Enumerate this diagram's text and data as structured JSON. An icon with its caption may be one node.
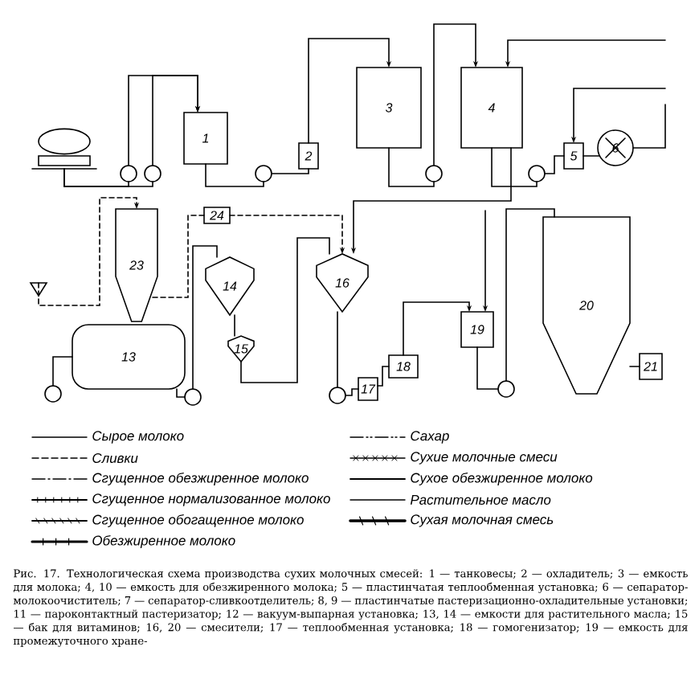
{
  "diagram": {
    "caption": "Рис. 17. Технологическая схема производства сухих молочных смесей: 1 — танковесы; 2 — охладитель; 3 — емкость для молока; 4, 10 — емкость для обезжиренного молока; 5 — пластинчатая теплообменная установка; 6 — сепаратор-молокоочиститель; 7 — сепаратор-сливкоотделитель; 8, 9 — пластинчатые пастеризационно-охладительные установки; 11 — пароконтактный пастеризатор; 12 — вакуум-выпарная установка; 13, 14 — емкости для растительного масла; 15 — бак для витаминов; 16, 20 — смесители; 17 — теплообменная установка; 18 — гомогенизатор; 19 — емкость для промежуточного хране-",
    "nodes": [
      {
        "text": [],
        "shape": "tank"
      },
      {
        "text": [
          "1"
        ]
      },
      {
        "text": [
          "2"
        ]
      },
      {
        "text": [
          "3"
        ]
      },
      {
        "text": [
          "4"
        ]
      },
      {
        "text": [
          "5"
        ]
      },
      {
        "text": [
          "6"
        ]
      },
      {
        "text": [
          "23"
        ]
      },
      {
        "text": [
          "24"
        ]
      },
      {
        "text": [
          "13"
        ]
      },
      {
        "text": [
          "14"
        ]
      },
      {
        "text": [
          "15"
        ]
      },
      {
        "text": [
          "16"
        ]
      },
      {
        "text": [
          "17"
        ]
      },
      {
        "text": [
          "18"
        ]
      },
      {
        "text": [
          "19"
        ]
      },
      {
        "text": [
          "20"
        ]
      },
      {
        "text": [
          "21"
        ]
      },
      {
        "text": [],
        "shape": "circle"
      },
      {
        "text": [],
        "shape": "circle"
      },
      {
        "text": [],
        "shape": "circle"
      },
      {
        "text": [],
        "shape": "circle"
      },
      {
        "text": [],
        "shape": "circle"
      },
      {
        "text": [],
        "shape": "circle"
      },
      {
        "text": [],
        "shape": "circle"
      },
      {
        "text": [],
        "shape": "circle"
      },
      {
        "text": [],
        "shape": "circle"
      },
      {
        "text": [],
        "shape": "funnel"
      }
    ],
    "edges": [
      {
        "from": 0,
        "to": 18,
        "arrow": "none"
      },
      {
        "from": 0,
        "to": 19,
        "arrow": "none"
      },
      {
        "from": 18,
        "to": 1,
        "arrow": "to"
      },
      {
        "from": 19,
        "to": 1,
        "arrow": "to"
      },
      {
        "from": 1,
        "to": 20,
        "arrow": "none"
      },
      {
        "from": 20,
        "to": 2,
        "arrow": "none"
      },
      {
        "from": 2,
        "to": 3,
        "arrow": "to"
      },
      {
        "from": 3,
        "to": 21,
        "arrow": "none"
      },
      {
        "from": 21,
        "to": 4,
        "arrow": "to"
      },
      {
        "from": 4,
        "to": 22,
        "arrow": "none"
      },
      {
        "from": 22,
        "to": 5,
        "arrow": "none"
      },
      {
        "from": 5,
        "to": 6,
        "arrow": "none"
      },
      {
        "from": null,
        "to": 4,
        "arrow": "to"
      },
      {
        "from": null,
        "to": 5,
        "arrow": "to"
      },
      {
        "from": 6,
        "to": null,
        "arrow": "none"
      },
      {
        "from": 27,
        "to": 7,
        "arrow": "to",
        "style": "dashed"
      },
      {
        "from": 8,
        "to": 7,
        "arrow": "none",
        "style": "dashed"
      },
      {
        "from": 23,
        "to": 9,
        "arrow": "none"
      },
      {
        "from": 9,
        "to": 24,
        "arrow": "none"
      },
      {
        "from": 24,
        "to": 10,
        "arrow": "none"
      },
      {
        "from": 10,
        "to": 11,
        "arrow": "none"
      },
      {
        "from": 11,
        "to": 12,
        "arrow": "none"
      },
      {
        "from": 8,
        "to": 12,
        "arrow": "to",
        "style": "dashed"
      },
      {
        "from": 4,
        "to": 12,
        "arrow": "to"
      },
      {
        "from": 12,
        "to": 25,
        "arrow": "none"
      },
      {
        "from": 25,
        "to": 13,
        "arrow": "none"
      },
      {
        "from": 13,
        "to": 14,
        "arrow": "none"
      },
      {
        "from": 14,
        "to": 15,
        "arrow": "to"
      },
      {
        "from": 15,
        "to": 26,
        "arrow": "none"
      },
      {
        "from": 26,
        "to": 16,
        "arrow": "none"
      },
      {
        "from": null,
        "to": 15,
        "arrow": "to"
      },
      {
        "from": 16,
        "to": 17,
        "arrow": "none"
      }
    ],
    "legend": [
      {
        "text": "Сырое молоко"
      },
      {
        "text": "Сливки"
      },
      {
        "text": "Сгущенное обезжиренное молоко"
      },
      {
        "text": "Сгущенное нормализованное молоко"
      },
      {
        "text": "Сгущенное обогащенное молоко"
      },
      {
        "text": "Обезжиренное молоко"
      },
      {
        "text": "Сахар"
      },
      {
        "text": "Сухие молочные смеси"
      },
      {
        "text": "Сухое обезжиренное молоко"
      },
      {
        "text": "Растительное масло"
      },
      {
        "text": "Сухая молочная смесь"
      }
    ]
  }
}
